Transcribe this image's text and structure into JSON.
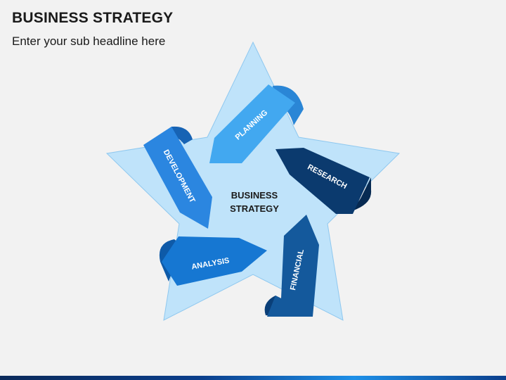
{
  "slide": {
    "title": "BUSINESS STRATEGY",
    "subtitle": "Enter your sub headline here"
  },
  "diagram": {
    "center_line1": "BUSINESS",
    "center_line2": "STRATEGY",
    "segments": [
      {
        "label": "PLANNING",
        "color": "#42a8f0"
      },
      {
        "label": "RESEARCH",
        "color": "#0b3a6e"
      },
      {
        "label": "FINANCIAL",
        "color": "#14599c"
      },
      {
        "label": "ANALYSIS",
        "color": "#1677d2"
      },
      {
        "label": "DEVELOPMENT",
        "color": "#2b86e0"
      }
    ],
    "star_fill": "#bfe3fa",
    "star_stroke": "#8fc8ef"
  },
  "colors": {
    "background": "#f2f2f2",
    "text": "#1a1a1a"
  }
}
